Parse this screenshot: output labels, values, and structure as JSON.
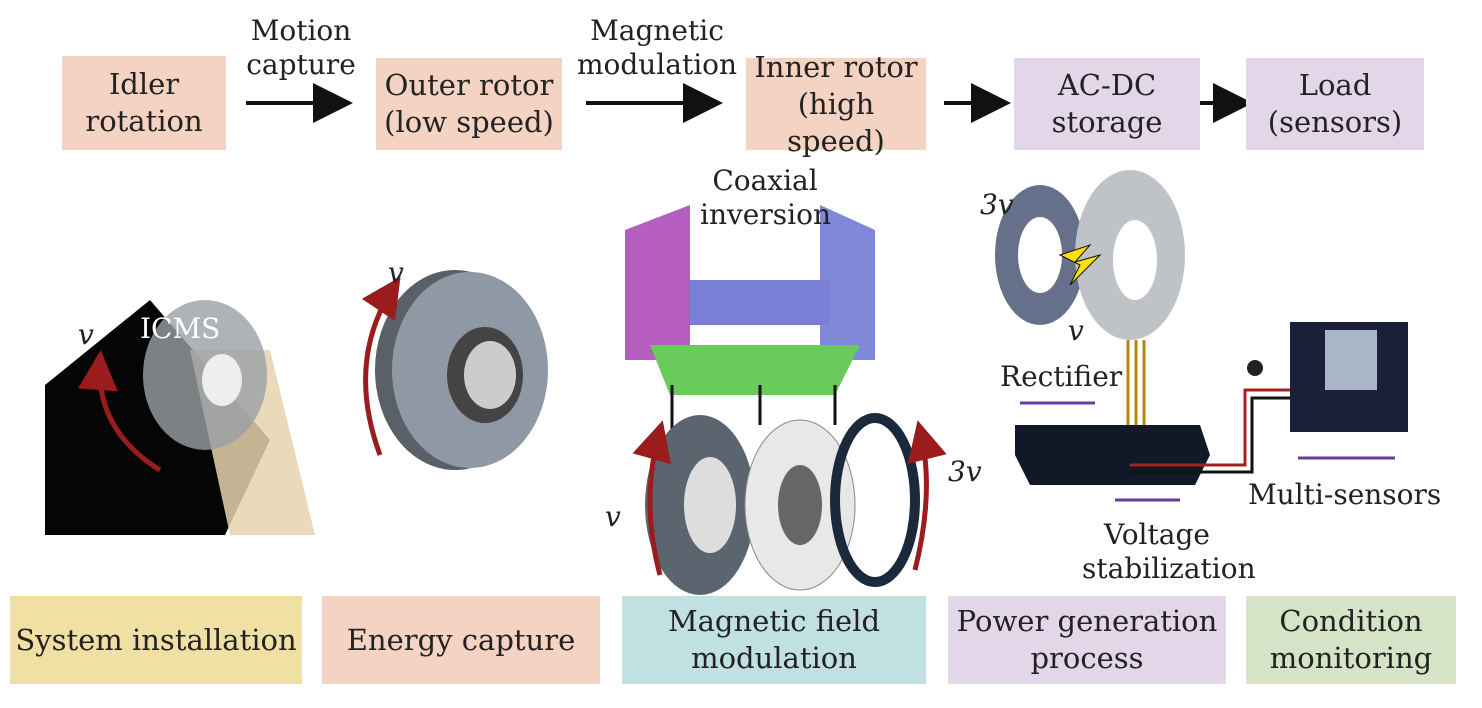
{
  "flow": {
    "steps": [
      {
        "label": "Idler\nrotation",
        "color": "#f5d3c2"
      },
      {
        "label": "Outer rotor\n(low speed)",
        "color": "#f5d3c2"
      },
      {
        "label": "Inner rotor\n(high speed)",
        "color": "#f5d3c2"
      },
      {
        "label": "AC-DC\nstorage",
        "color": "#e2d6e8"
      },
      {
        "label": "Load\n(sensors)",
        "color": "#e2d6e8"
      }
    ],
    "arrows": [
      "Motion\ncapture",
      "Magnetic\nmodulation",
      "",
      ""
    ]
  },
  "annotations": {
    "icms": "ICMS",
    "v": "v",
    "three_v": "3v",
    "coaxial_inversion": "Coaxial\ninversion",
    "rectifier": "Rectifier",
    "voltage_stabilization": "Voltage\nstabilization",
    "multi_sensors": "Multi-sensors"
  },
  "stages": [
    {
      "label": "System installation",
      "color": "#f0e0a4"
    },
    {
      "label": "Energy capture",
      "color": "#f5d3c2"
    },
    {
      "label": "Magnetic field\nmodulation",
      "color": "#c0e0e2"
    },
    {
      "label": "Power generation\nprocess",
      "color": "#e2d6e8"
    },
    {
      "label": "Condition\nmonitoring",
      "color": "#d5e4c6"
    }
  ]
}
